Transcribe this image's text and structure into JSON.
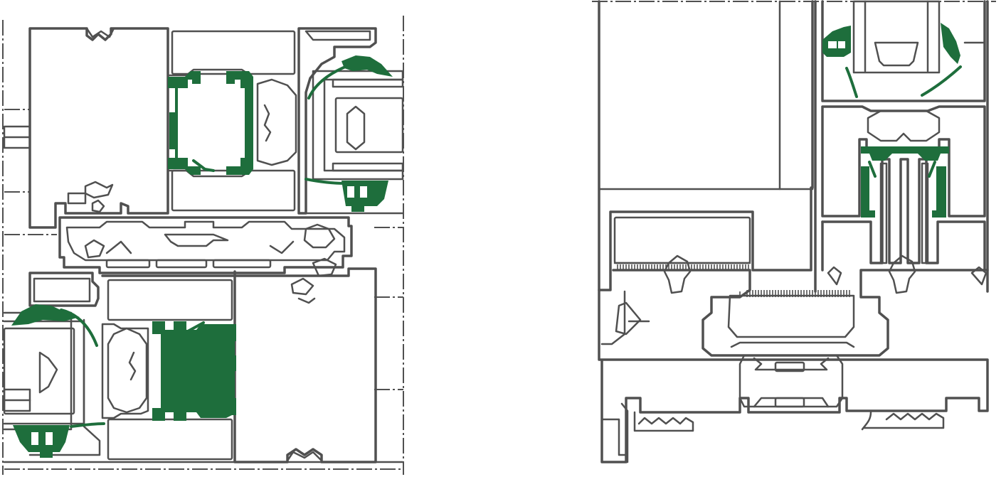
{
  "figure": {
    "colors": {
      "profile": "#505050",
      "gasket": "#1e6e3c",
      "background": "#ffffff"
    },
    "drawings": [
      {
        "view": "casement-window-section",
        "icon": "window-profile-section"
      },
      {
        "view": "sliding-door-threshold-section",
        "icon": "door-profile-section"
      }
    ]
  }
}
